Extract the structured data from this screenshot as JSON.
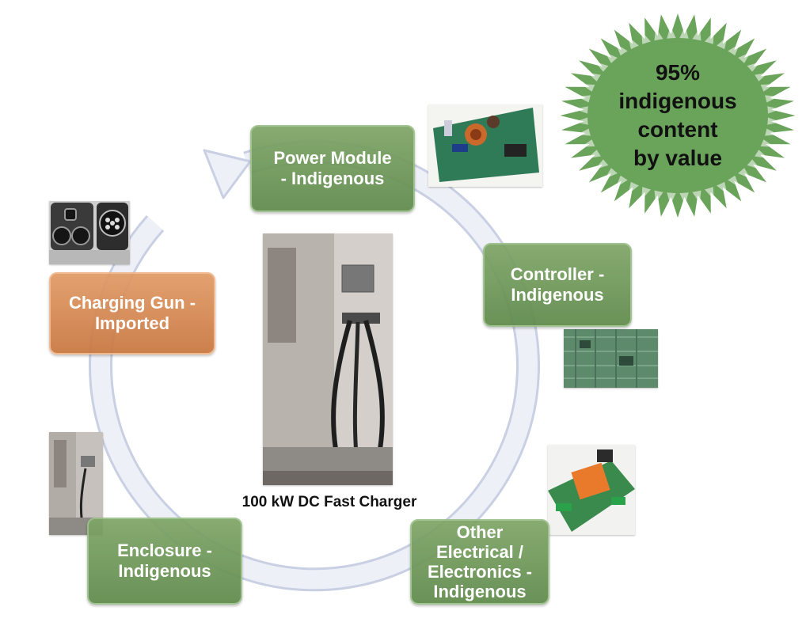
{
  "diagram": {
    "center_label": "100 kW DC Fast Charger",
    "badge": {
      "lines": [
        "95%",
        "indigenous",
        "content",
        "by value"
      ],
      "color": "#6aa35a"
    },
    "nodes": [
      {
        "id": "power-module",
        "lines": [
          "Power Module",
          "- Indigenous"
        ],
        "status": "indigenous"
      },
      {
        "id": "controller",
        "lines": [
          "Controller -",
          "Indigenous"
        ],
        "status": "indigenous"
      },
      {
        "id": "other-electrical",
        "lines": [
          "Other",
          "Electrical /",
          "Electronics -",
          "Indigenous"
        ],
        "status": "indigenous"
      },
      {
        "id": "enclosure",
        "lines": [
          "Enclosure -",
          "Indigenous"
        ],
        "status": "indigenous"
      },
      {
        "id": "charging-gun",
        "lines": [
          "Charging Gun -",
          "Imported"
        ],
        "status": "imported"
      }
    ],
    "colors": {
      "indigenous": "#6e9858",
      "imported": "#d68650",
      "ring": "#d6dceb"
    }
  }
}
